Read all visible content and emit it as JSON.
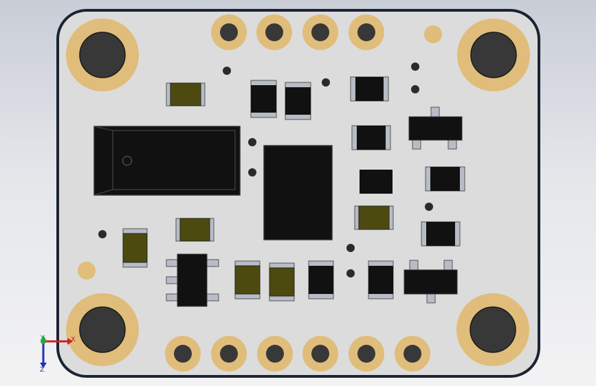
{
  "colors": {
    "background_top": "#c9cdd6",
    "background_bottom": "#f3f3f4",
    "board": "#dcdcdc",
    "board_edge": "#1b2333",
    "copper_ring": "#e0bd7a",
    "hole": "#383838",
    "component_body": "#111111",
    "resistor_body": "#4d4a10",
    "pad_metal": "#b7bcc6",
    "via": "#2b2b2b",
    "axis_x": "#d21e1e",
    "axis_y": "#22a64a",
    "axis_z": "#2233b4"
  },
  "icons": {
    "triad": "coordinate-axis-triad-icon"
  },
  "axes": {
    "x_label": "X",
    "y_label": "Y",
    "z_label": "Z"
  }
}
